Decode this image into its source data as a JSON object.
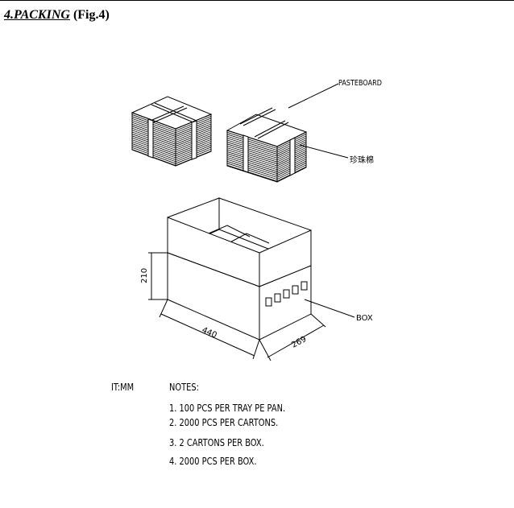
{
  "heading": {
    "section": "4.PACKING",
    "fig": " (Fig.4)"
  },
  "labels": {
    "pasteboard": "PASTEBOARD",
    "wrap": "珍珠棉",
    "box": "BOX",
    "height": "210",
    "length": "440",
    "width": "269"
  },
  "unit": "IT:MM",
  "notes": {
    "title": "NOTES:",
    "items": [
      "1.  100 PCS PER TRAY PE PAN.",
      "2.  2000 PCS PER CARTONS.",
      "3.  2 CARTONS PER BOX.",
      "4.  2000 PCS PER BOX."
    ]
  }
}
